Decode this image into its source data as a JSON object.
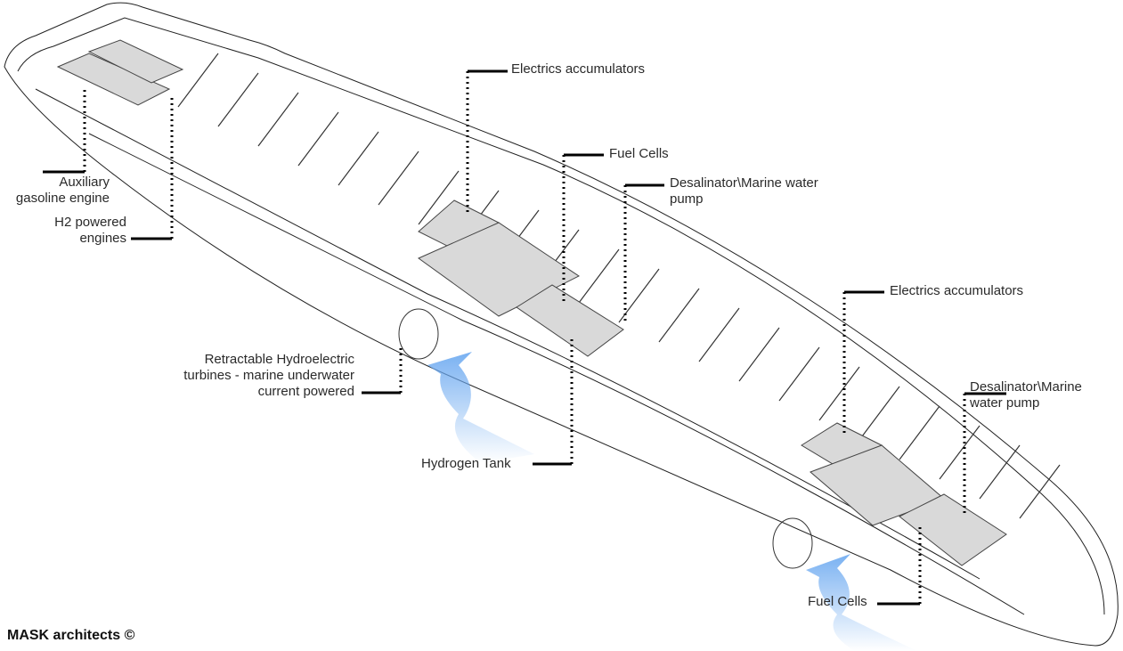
{
  "diagram": {
    "credit": "MASK architects ©",
    "labels": {
      "auxiliary_engine": "Auxiliary\ngasoline engine",
      "h2_engines": "H2 powered\nengines",
      "electrics_accumulators_1": "Electrics accumulators",
      "fuel_cells_1": "Fuel Cells",
      "desalinator_1": "Desalinator\\Marine water\npump",
      "turbines": "Retractable Hydroelectric\nturbines - marine underwater\ncurrent powered",
      "hydrogen_tank": "Hydrogen Tank",
      "electrics_accumulators_2": "Electrics accumulators",
      "desalinator_2": "Desalinator\\Marine\nwater pump",
      "fuel_cells_2": "Fuel Cells"
    },
    "colors": {
      "hull_line": "#222222",
      "component_fill": "#d9d9d9",
      "water_flow": "#6aa8f0",
      "leader": "#000000"
    }
  }
}
